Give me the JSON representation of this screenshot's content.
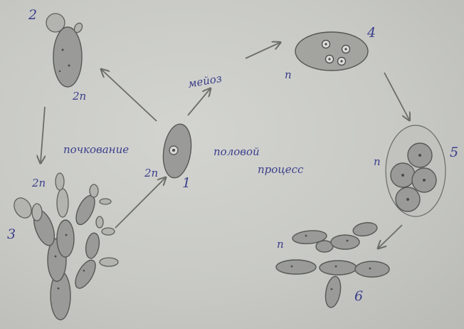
{
  "stages": {
    "s1": {
      "number": "1",
      "ploidy": "2n"
    },
    "s2": {
      "number": "2",
      "ploidy": "2n"
    },
    "s3": {
      "number": "3",
      "ploidy": "2n"
    },
    "s4": {
      "number": "4",
      "ploidy": "n"
    },
    "s5": {
      "number": "5",
      "ploidy": "n"
    },
    "s6": {
      "number": "6",
      "ploidy": "n"
    }
  },
  "processes": {
    "budding": "почкование",
    "meiosis": "мейоз",
    "sexual_process_line1": "половой",
    "sexual_process_line2": "процесс"
  }
}
